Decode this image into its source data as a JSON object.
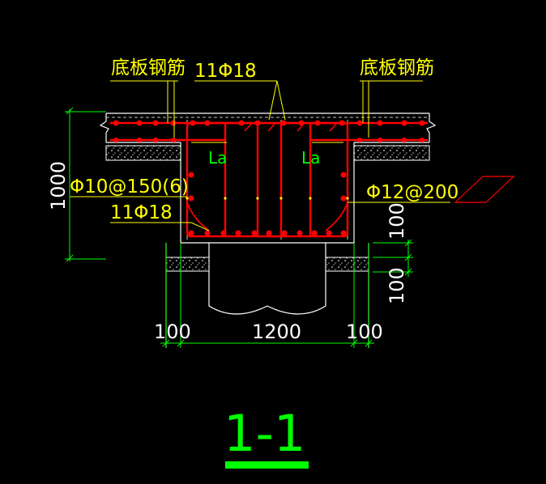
{
  "labels": {
    "slab_rebar_left": "底板钢筋",
    "slab_rebar_right": "底板钢筋",
    "top_bars": "11Φ18",
    "stirrups": "Φ10@150(6)",
    "bottom_bars": "11Φ18",
    "side_bars": "Φ12@200",
    "anchor_left": "La",
    "anchor_right": "La"
  },
  "dimensions": {
    "height": "1000",
    "bottom_left": "100",
    "bottom_width": "1200",
    "bottom_right": "100",
    "right_upper": "100",
    "right_lower": "100"
  },
  "title": "1-1",
  "colors": {
    "background": "#000000",
    "rebar": "#ff0000",
    "label": "#ffff00",
    "dimension": "#00ff00",
    "outline": "#ffffff",
    "hatch_marker": "#ff0000"
  }
}
